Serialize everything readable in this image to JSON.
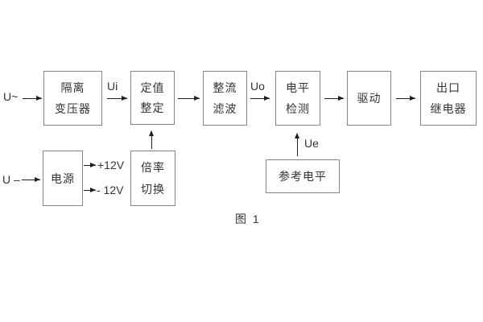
{
  "diagram": {
    "caption": "图 1",
    "colors": {
      "line": "#1f1f1f",
      "border": "#858585",
      "text": "#333333",
      "background": "#ffffff"
    },
    "blocks": [
      {
        "id": "isolation-transformer",
        "lines": [
          "隔离",
          "变压器"
        ]
      },
      {
        "id": "setpoint-adjust",
        "lines": [
          "定值",
          "整定"
        ]
      },
      {
        "id": "rectify-filter",
        "lines": [
          "整流",
          "滤波"
        ]
      },
      {
        "id": "level-detect",
        "lines": [
          "电平",
          "检测"
        ]
      },
      {
        "id": "drive",
        "lines": [
          "驱动"
        ]
      },
      {
        "id": "output-relay",
        "lines": [
          "出口",
          "继电器"
        ]
      },
      {
        "id": "power-supply",
        "lines": [
          "电源"
        ]
      },
      {
        "id": "multiplier-switch",
        "lines": [
          "倍率",
          "切换"
        ]
      },
      {
        "id": "reference-level",
        "lines": [
          "参考电平"
        ]
      }
    ],
    "signals": {
      "ac_input": "U~",
      "dc_input": "U –",
      "ui": "Ui",
      "uo": "Uo",
      "ue": "Ue",
      "plus_12v": "+12V",
      "minus_12v": "- 12V"
    }
  }
}
